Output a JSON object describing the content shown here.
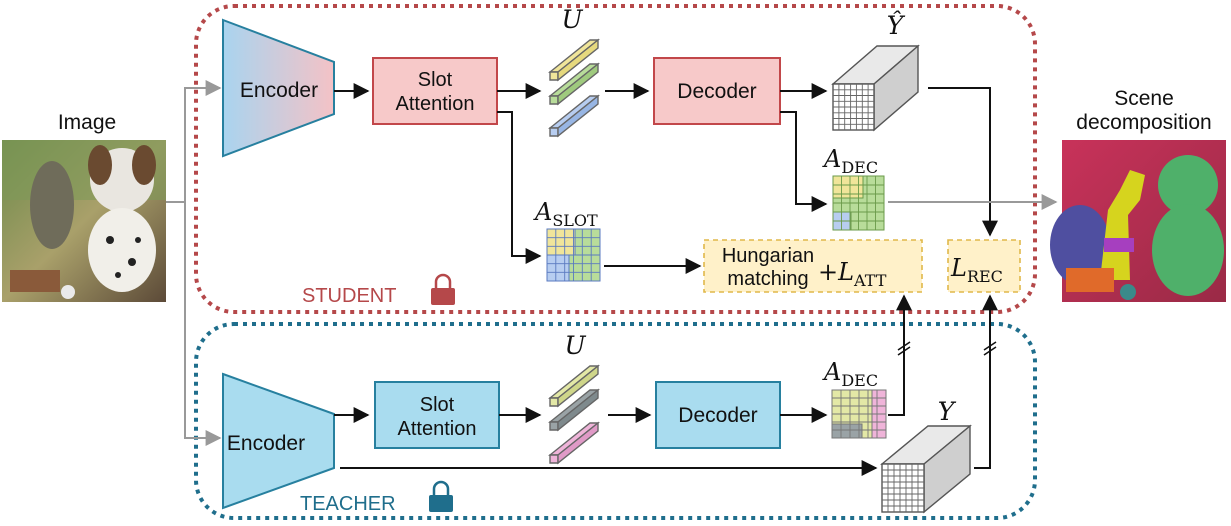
{
  "input": {
    "label": "Image"
  },
  "output": {
    "label_line1": "Scene",
    "label_line2": "decomposition"
  },
  "student": {
    "name": "STUDENT",
    "color": "#b5484a",
    "encoder_label": "Encoder",
    "slot_attention_line1": "Slot",
    "slot_attention_line2": "Attention",
    "decoder_label": "Decoder",
    "slots_symbol": "U",
    "recon_symbol": "Ŷ",
    "a_dec_main": "A",
    "a_dec_sub": "DEC",
    "a_slot_main": "A",
    "a_slot_sub": "SLOT",
    "hungarian_line1": "Hungarian",
    "hungarian_line2": "matching",
    "l_att_main": "+L",
    "l_att_sub": "ATT",
    "l_rec_main": "L",
    "l_rec_sub": "REC"
  },
  "teacher": {
    "name": "TEACHER",
    "color": "#1f6e8c",
    "encoder_label": "Encoder",
    "slot_attention_line1": "Slot",
    "slot_attention_line2": "Attention",
    "decoder_label": "Decoder",
    "slots_symbol": "U",
    "feature_symbol": "Y",
    "a_dec_main": "A",
    "a_dec_sub": "DEC"
  },
  "colors": {
    "student_box_fill": "#f7c9c9",
    "student_box_stroke": "#c2474a",
    "teacher_box_fill": "#a9dcef",
    "teacher_box_stroke": "#27809f",
    "loss_box_fill": "#fff1c9",
    "loss_box_stroke": "#e0b84a",
    "slot_yellow": "#f0e59a",
    "slot_green": "#b8dc9a",
    "slot_blue": "#b7cdf0",
    "slot_gray": "#9aa3a6",
    "slot_pink": "#efb4d9"
  }
}
